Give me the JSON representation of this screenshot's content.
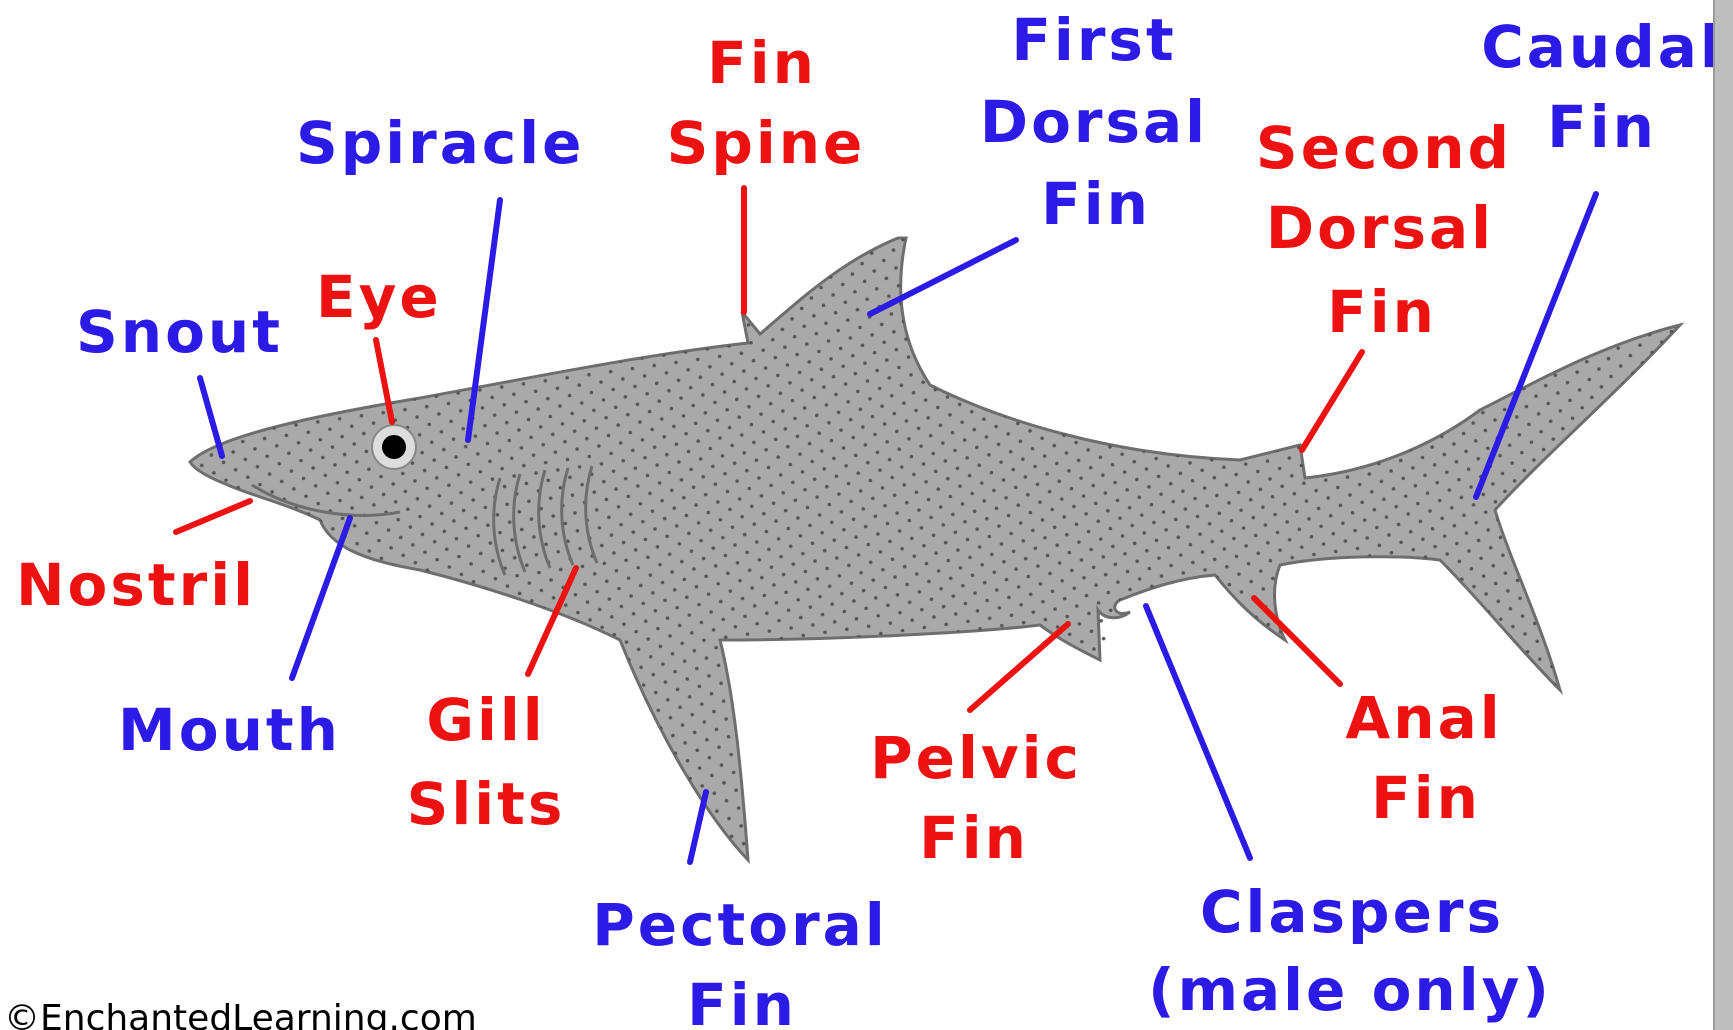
{
  "colors": {
    "blue": "#2c1ae6",
    "red": "#ee1111",
    "shark_fill": "#a9a9a9",
    "shark_outline": "#6e6e6e",
    "speckle": "#555555"
  },
  "labels": {
    "snout": "Snout",
    "eye": "Eye",
    "spiracle": "Spiracle",
    "fin_spine": [
      "Fin",
      "Spine"
    ],
    "first_dorsal_fin": [
      "First",
      "Dorsal",
      "Fin"
    ],
    "second_dorsal_fin": [
      "Second",
      "Dorsal",
      "Fin"
    ],
    "caudal_fin": [
      "Caudal",
      "Fin"
    ],
    "nostril": "Nostril",
    "mouth": "Mouth",
    "gill_slits": [
      "Gill",
      "Slits"
    ],
    "pectoral_fin": [
      "Pectoral",
      "Fin"
    ],
    "pelvic_fin": [
      "Pelvic",
      "Fin"
    ],
    "claspers": [
      "Claspers",
      "(male only)"
    ],
    "anal_fin": [
      "Anal",
      "Fin"
    ]
  },
  "copyright": "©EnchantedLearning.com"
}
